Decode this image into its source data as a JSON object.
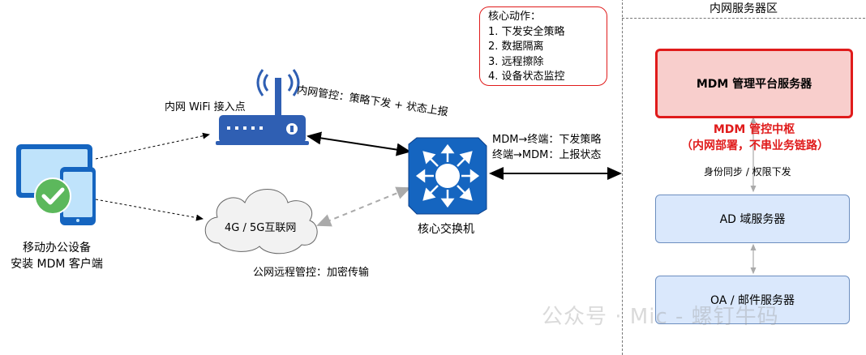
{
  "zone": {
    "title": "内网服务器区"
  },
  "core_actions": {
    "title": "核心动作：",
    "items": [
      "1. 下发安全策略",
      "2. 数据隔离",
      "3. 远程擦除",
      "4. 设备状态监控"
    ]
  },
  "nodes": {
    "wifi": "内网 WiFi 接入点",
    "switch": "核心交换机",
    "cloud": "4G / 5G互联网",
    "device_line1": "移动办公设备",
    "device_line2": "安装 MDM 客户端",
    "mdm_server": "MDM 管理平台服务器",
    "ad_server": "AD 域服务器",
    "oa_server": "OA / 邮件服务器"
  },
  "labels": {
    "wifi_link": "内网管控：策略下发 + 状态上报",
    "switch_link_line1": "MDM→终端：下发策略",
    "switch_link_line2": "终端→MDM：上报状态",
    "public_link": "公网远程管控：加密传输",
    "hub_line1": "MDM 管控中枢",
    "hub_line2": "（内网部署，不串业务链路）",
    "sync": "身份同步 / 权限下发"
  },
  "watermark": "公众号 · Mic - 螺钉牛码",
  "colors": {
    "accent_red": "#e01b1b",
    "switch_blue": "#1565c0",
    "router_blue": "#2f5fb3",
    "check_green": "#5cb85c"
  }
}
